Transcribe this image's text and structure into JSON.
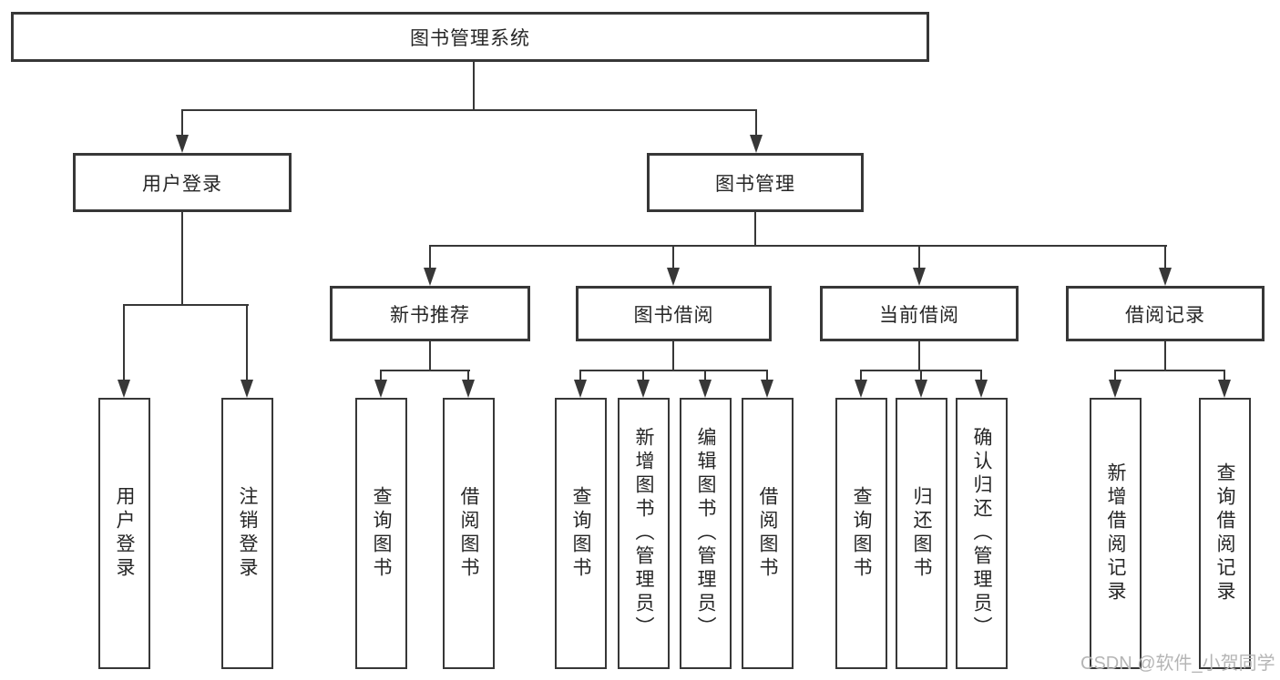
{
  "colors": {
    "line": "#373737",
    "text": "#262626",
    "box_bg": "#ffffff",
    "page_bg": "#ffffff",
    "watermark": "#b5b5b5"
  },
  "watermark": "CSDN @软件_小贺同学",
  "tree": {
    "root": "图书管理系统",
    "branches": [
      {
        "label": "用户登录",
        "leaves": [
          "用户登录",
          "注销登录"
        ]
      },
      {
        "label": "图书管理",
        "groups": [
          {
            "label": "新书推荐",
            "leaves": [
              "查询图书",
              "借阅图书"
            ]
          },
          {
            "label": "图书借阅",
            "leaves": [
              "查询图书",
              "新增图书（管理员）",
              "编辑图书（管理员）",
              "借阅图书"
            ]
          },
          {
            "label": "当前借阅",
            "leaves": [
              "查询图书",
              "归还图书",
              "确认归还（管理员）"
            ]
          },
          {
            "label": "借阅记录",
            "leaves": [
              "新增借阅记录",
              "查询借阅记录"
            ]
          }
        ]
      }
    ]
  }
}
